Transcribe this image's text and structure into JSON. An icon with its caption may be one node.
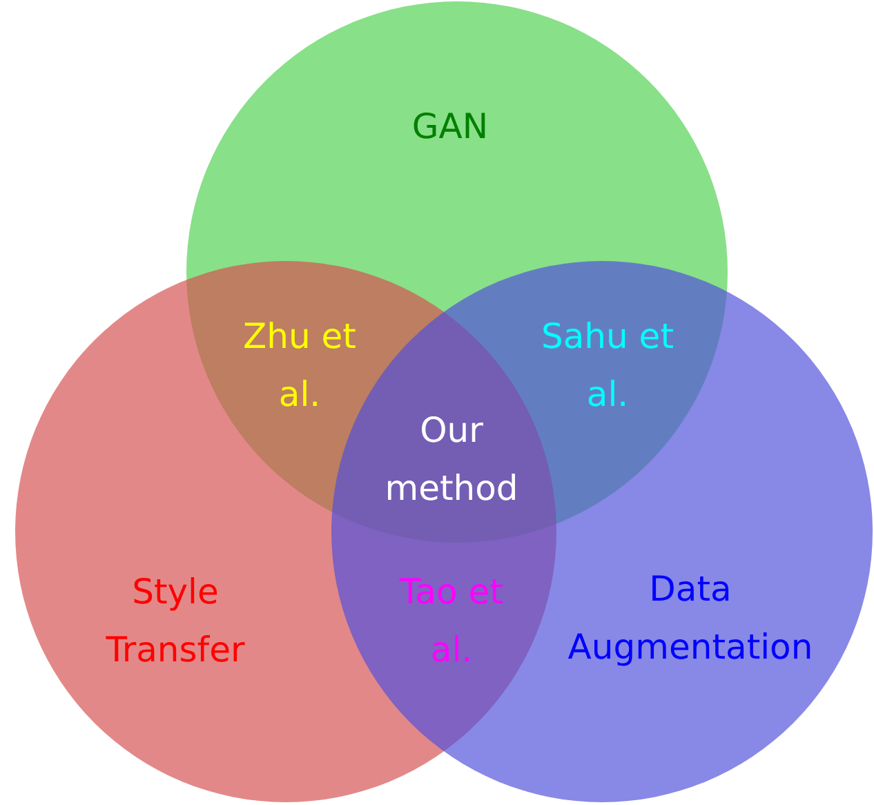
{
  "diagram": {
    "nodes": [
      {
        "text": [
          "GAN"
        ]
      },
      {
        "text": [
          "Style Transfer"
        ]
      },
      {
        "text": [
          "Data Augmentation"
        ]
      }
    ],
    "edges": [],
    "labels": [
      "Zhu et al.",
      "Sahu et al.",
      "Our method",
      "Tao et al."
    ]
  }
}
